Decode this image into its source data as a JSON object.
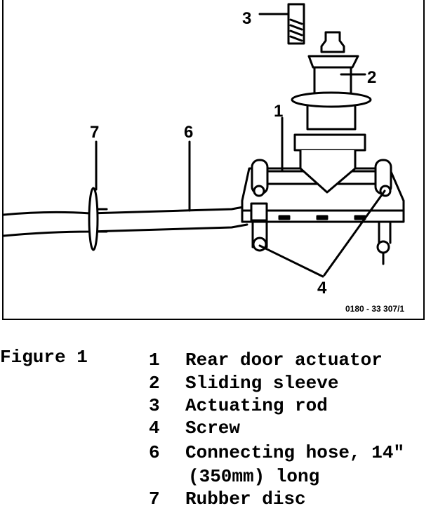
{
  "figure": {
    "label": "Figure 1",
    "code": "0180 - 33 307/1"
  },
  "callouts": {
    "c1": "1",
    "c2": "2",
    "c3": "3",
    "c4": "4",
    "c6": "6",
    "c7": "7"
  },
  "legend": [
    {
      "num": "1",
      "text": "Rear door actuator"
    },
    {
      "num": "2",
      "text": "Sliding sleeve"
    },
    {
      "num": "3",
      "text": "Actuating rod"
    },
    {
      "num": "4",
      "text": "Screw"
    },
    {
      "num": "6",
      "text": "Connecting hose, 14\""
    },
    {
      "num": "",
      "text": "(350mm) long"
    },
    {
      "num": "7",
      "text": "Rubber disc"
    }
  ]
}
